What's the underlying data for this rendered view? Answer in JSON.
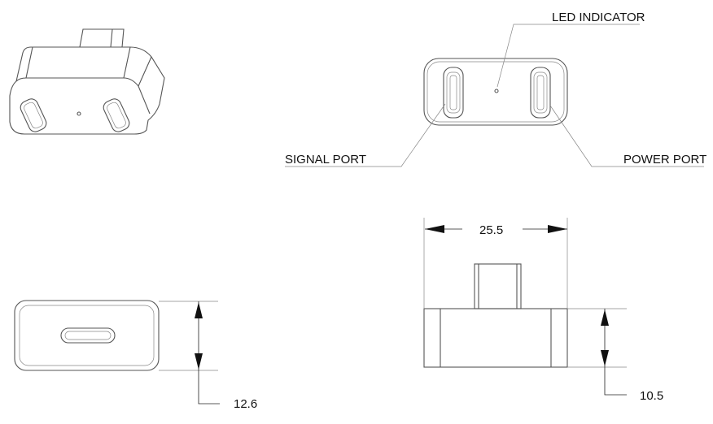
{
  "labels": {
    "led_indicator": "LED INDICATOR",
    "signal_port": "SIGNAL PORT",
    "power_port": "POWER PORT"
  },
  "dimensions": {
    "width": "25.5",
    "height_front": "12.6",
    "height_side": "10.5"
  }
}
